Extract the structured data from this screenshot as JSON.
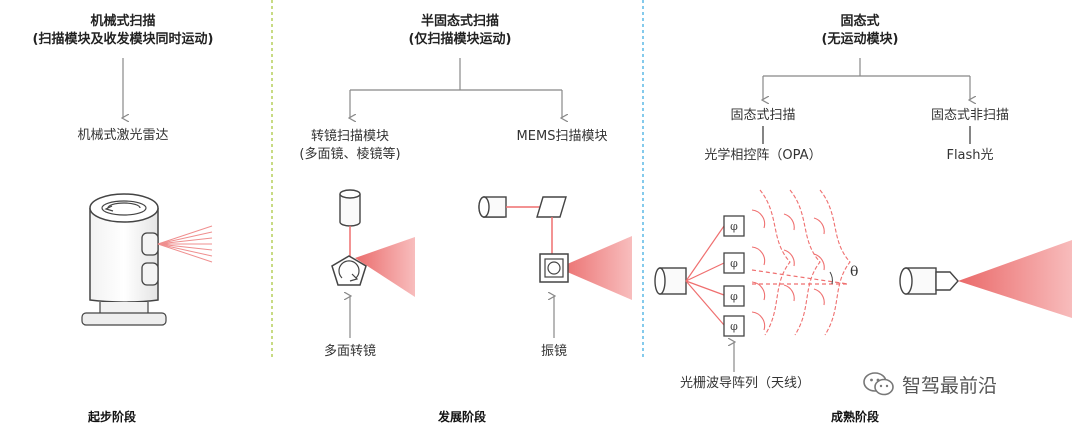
{
  "columns": [
    {
      "title": "机械式扫描",
      "subtitle": "(扫描模块及收发模块同时运动)",
      "child": "机械式激光雷达",
      "stage": "起步阶段"
    },
    {
      "title": "半固态式扫描",
      "subtitle": "(仅扫描模块运动)",
      "branches": [
        {
          "label_line1": "转镜扫描模块",
          "label_line2": "(多面镜、棱镜等)",
          "caption": "多面转镜"
        },
        {
          "label_line1": "MEMS扫描模块",
          "caption": "振镜"
        }
      ],
      "stage": "发展阶段"
    },
    {
      "title": "固态式",
      "subtitle": "(无运动模块)",
      "branches": [
        {
          "label_line1": "固态式扫描",
          "label_line2": "光学相控阵（OPA）",
          "caption": "光栅波导阵列（天线）"
        },
        {
          "label_line1": "固态式非扫描",
          "label_line2": "Flash光"
        }
      ],
      "theta": "θ",
      "phase_symbol": "φ",
      "stage": "成熟阶段"
    }
  ],
  "watermark": "智驾最前沿",
  "colors": {
    "beam": "#ef6f6f",
    "beam_light": "#f6b0b0",
    "line": "#888888",
    "divider_green": "#b5cf5c",
    "divider_blue": "#5cb8e6"
  },
  "icons": [
    "wechat-icon"
  ]
}
